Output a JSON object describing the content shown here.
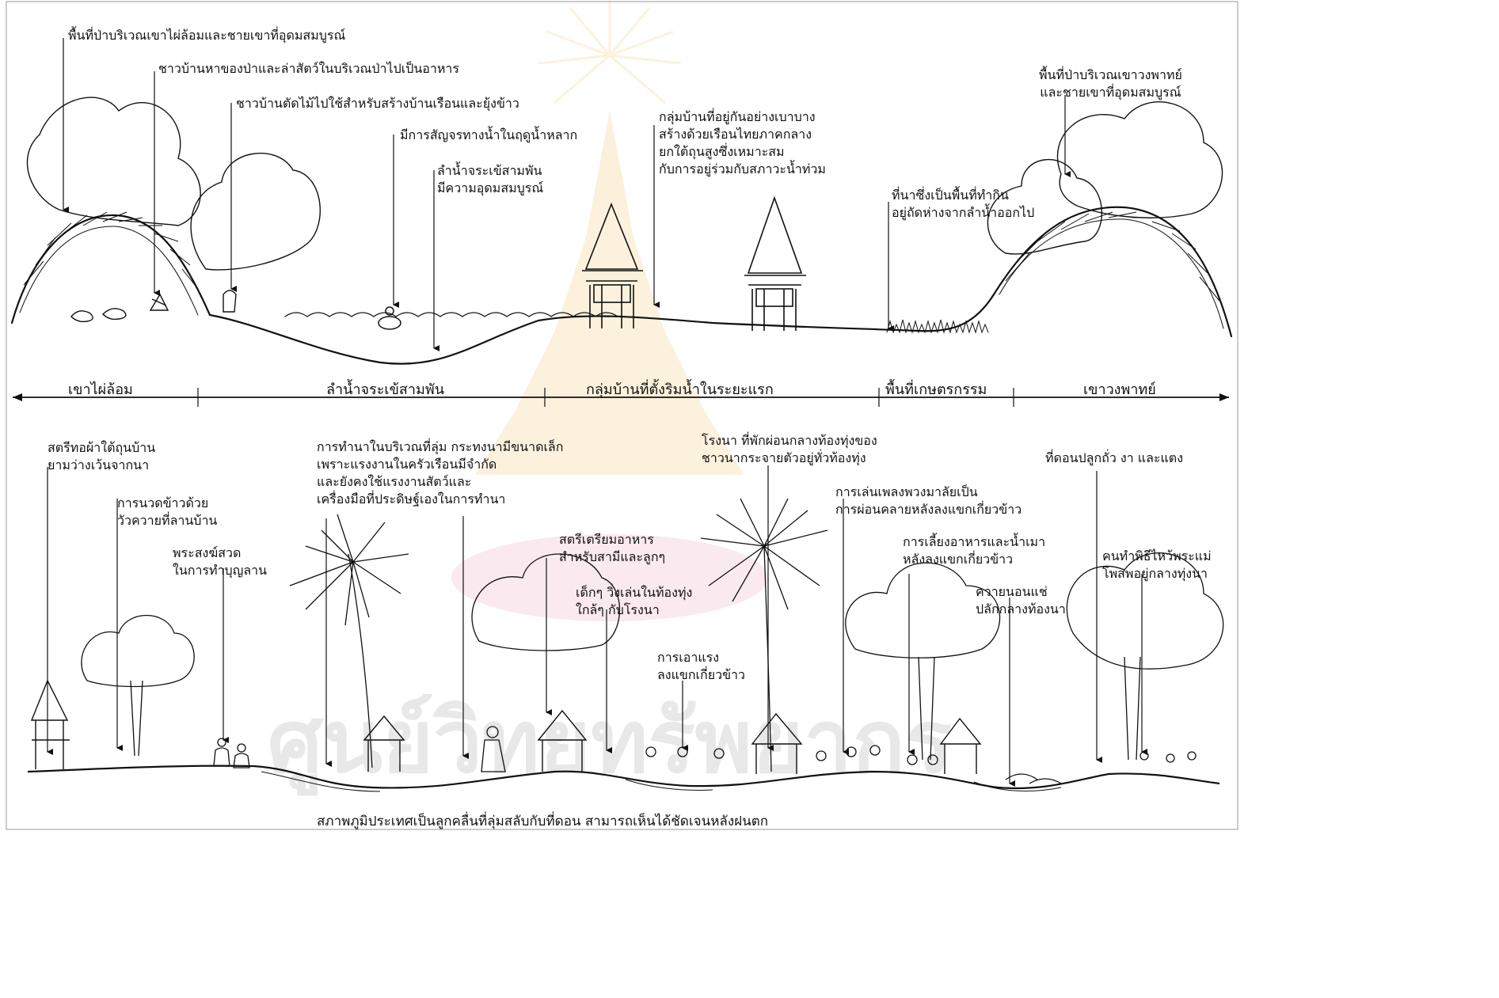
{
  "top_labels": [
    "พื้นที่ป่าบริเวณเขาไผ่ล้อมและชายเขาที่อุดมสมบูรณ์",
    "ชาวบ้านหาของป่าและล่าสัตว์ในบริเวณป่าไปเป็นอาหาร",
    "ชาวบ้านตัดไม้ไปใช้สำหรับสร้างบ้านเรือนและยุ้งข้าว",
    "มีการสัญจรทางน้ำในฤดูน้ำหลาก",
    "ลำน้ำจระเข้สามพัน\nมีความอุดมสมบูรณ์",
    "กลุ่มบ้านที่อยู่กันอย่างเบาบาง\nสร้างด้วยเรือนไทยภาคกลาง\nยกใต้ถุนสูงซึ่งเหมาะสม\nกับการอยู่ร่วมกับสภาวะน้ำท่วม",
    "ที่นาซึ่งเป็นพื้นที่ทำกิน\nอยู่ถัดห่างจากลำน้ำออกไป",
    "พื้นที่ป่าบริเวณเขาวงพาทย์\nและชายเขาที่อุดมสมบูรณ์"
  ],
  "zones": [
    "เขาไผ่ล้อม",
    "ลำน้ำจระเข้สามพัน",
    "กลุ่มบ้านที่ตั้งริมน้ำในระยะแรก",
    "พื้นที่เกษตรกรรม",
    "เขาวงพาทย์"
  ],
  "bottom_labels": [
    "สตรีทอผ้าใต้ถุนบ้าน\nยามว่างเว้นจากนา",
    "การนวดข้าวด้วย\nวัวควายที่ลานบ้าน",
    "พระสงฆ์สวด\nในการทำบุญลาน",
    "การทำนาในบริเวณที่ลุ่ม กระทงนามีขนาดเล็ก\nเพราะแรงงานในครัวเรือนมีจำกัด\nและยังคงใช้แรงงานสัตว์และ\nเครื่องมือที่ประดิษฐ์เองในการทำนา",
    "สตรีเตรียมอาหาร\nสำหรับสามีและลูกๆ",
    "เด็กๆ วิ่งเล่นในท้องทุ่ง\nใกล้ๆ กับโรงนา",
    "การเอาแรง\nลงแขกเกี่ยวข้าว",
    "โรงนา ที่พักผ่อนกลางท้องทุ่งของ\nชาวนากระจายตัวอยู่ทั่วท้องทุ่ง",
    "การเล่นเพลงพวงมาลัยเป็น\nการผ่อนคลายหลังลงแขกเกี่ยวข้าว",
    "การเลี้ยงอาหารและน้ำเมา\nหลังลงแขกเกี่ยวข้าว",
    "ควายนอนแช่\nปลักกลางท้องนา",
    "ที่ดอนปลูกถั่ว งา และแตง",
    "คนทำพิธีไหว้พระแม่\nโพสพอยู่กลางทุ่งนา"
  ],
  "caption": "สภาพภูมิประเทศเป็นลูกคลื่นที่ลุ่มสลับกับที่ดอน สามารถเห็นได้ชัดเจนหลังฝนตก"
}
